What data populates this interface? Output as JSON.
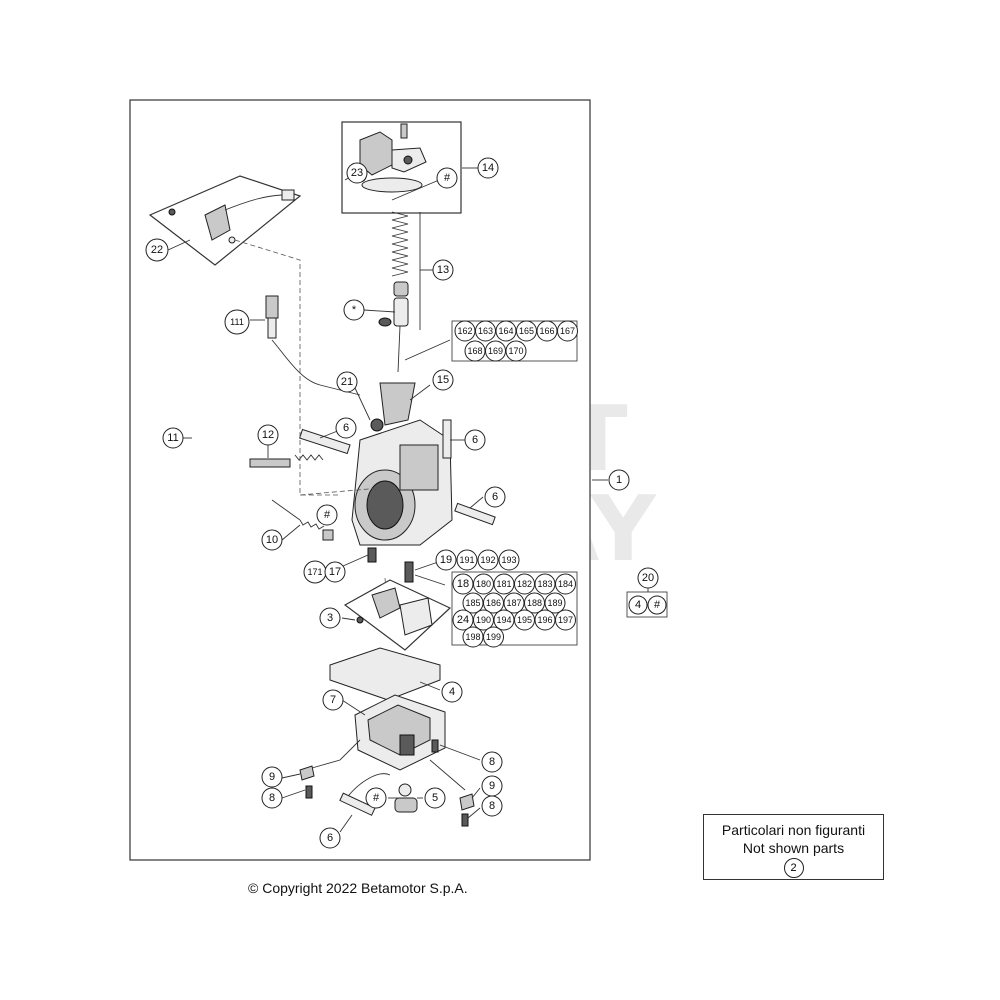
{
  "copyright": "© Copyright 2022 Betamotor S.p.A.",
  "not_shown": {
    "line1": "Particolari non figuranti",
    "line2": "Not shown parts",
    "part": "2"
  },
  "callouts": {
    "c14": "14",
    "chash1": "#",
    "c23": "23",
    "c13": "13",
    "cstar": "*",
    "c22": "22",
    "c111": "111",
    "c21": "21",
    "c15": "15",
    "c11": "11",
    "c12": "12",
    "c6a": "6",
    "c6b": "6",
    "c6c": "6",
    "c1": "1",
    "c10": "10",
    "chash2": "#",
    "c171": "171",
    "c17": "17",
    "c3": "3",
    "c4": "4",
    "c7": "7",
    "c8a": "8",
    "c9a": "9",
    "c8b": "8",
    "chash3": "#",
    "c5": "5",
    "c9b": "9",
    "c8c": "8",
    "c6d": "6",
    "c20": "20",
    "c20a": "4",
    "c20b": "#"
  },
  "group_needles": [
    "162",
    "163",
    "164",
    "165",
    "166",
    "167",
    "168",
    "169",
    "170"
  ],
  "group_19": [
    "19",
    "191",
    "192",
    "193"
  ],
  "group_jets_row1": [
    "18",
    "180",
    "181",
    "182",
    "183",
    "184"
  ],
  "group_jets_row2": [
    "185",
    "186",
    "187",
    "188",
    "189"
  ],
  "group_jets_row3": [
    "24",
    "190",
    "194",
    "195",
    "196",
    "197"
  ],
  "group_jets_row4": [
    "198",
    "199"
  ]
}
